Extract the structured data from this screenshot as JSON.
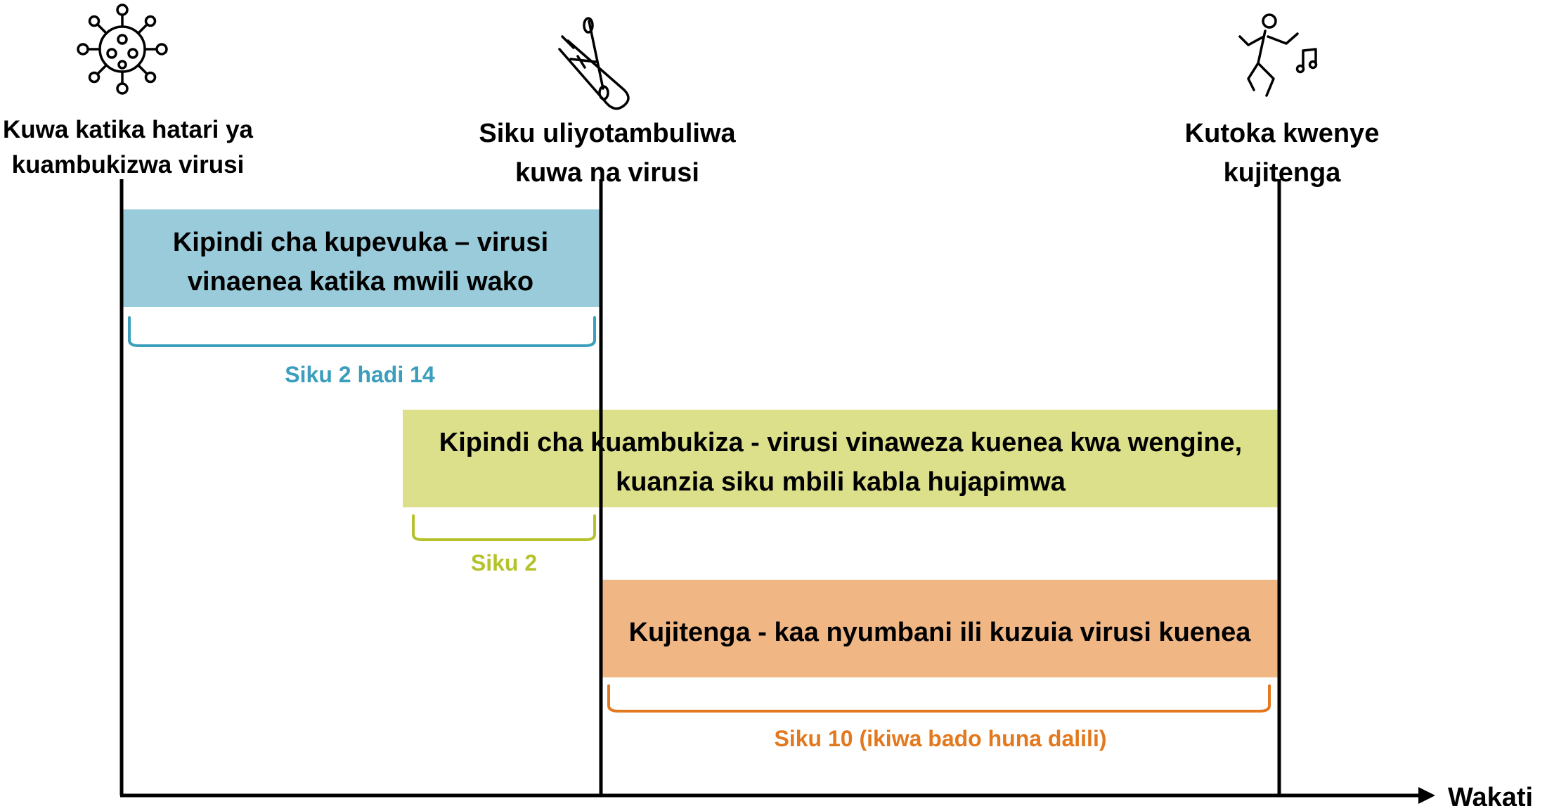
{
  "milestones": {
    "exposure": {
      "line1": "Kuwa katika hatari ya",
      "line2": "kuambukizwa virusi",
      "icon": "virus-icon"
    },
    "diagnosis": {
      "line1": "Siku uliyotambuliwa",
      "line2": "kuwa na virusi",
      "icon": "test-tube-swab-icon"
    },
    "release": {
      "line1": "Kutoka kwenye",
      "line2": "kujitenga",
      "icon": "dancing-person-icon"
    }
  },
  "periods": {
    "incubation": {
      "line1": "Kipindi cha kupevuka – virusi",
      "line2": "vinaenea katika mwili wako",
      "duration": "Siku 2 hadi 14",
      "color": "#9ACBDA",
      "accent": "#3A9EBC"
    },
    "infectious": {
      "line1": "Kipindi cha kuambukiza - virusi vinaweza kuenea kwa wengine,",
      "line2": "kuanzia siku mbili kabla hujapimwa",
      "duration": "Siku 2",
      "color": "#DCE08A",
      "accent": "#B5C22C"
    },
    "isolation": {
      "line1": "Kujitenga - kaa nyumbani ili kuzuia virusi kuenea",
      "duration": "Siku 10 (ikiwa bado huna dalili)",
      "color": "#F0B684",
      "accent": "#E3791F"
    }
  },
  "axis": {
    "label": "Wakati"
  }
}
